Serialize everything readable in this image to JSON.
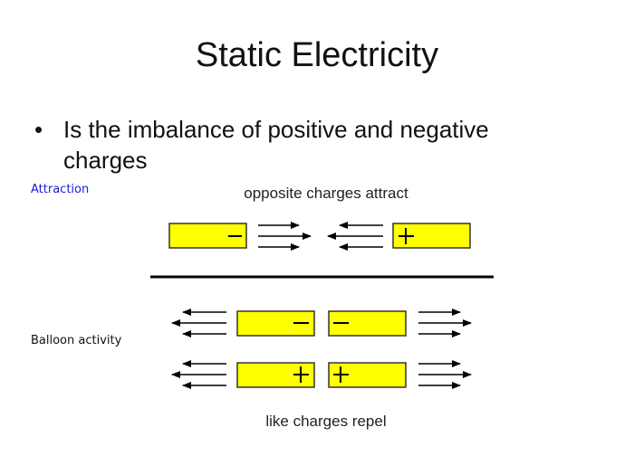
{
  "slide": {
    "title": "Static Electricity",
    "bullet": "Is the imbalance of positive and negative charges",
    "bullet_symbol": "•",
    "links": {
      "attraction": "Attraction",
      "balloon_activity": "Balloon activity"
    },
    "diagram": {
      "attract_caption": "opposite charges attract",
      "repel_caption": "like charges repel",
      "bar_color": "#ffff00",
      "attract_row": [
        {
          "sign": "−"
        },
        {
          "sign": "+"
        }
      ],
      "repel_rows": [
        {
          "left_sign": "−",
          "right_sign": "−"
        },
        {
          "left_sign": "+",
          "right_sign": "+"
        }
      ]
    }
  }
}
